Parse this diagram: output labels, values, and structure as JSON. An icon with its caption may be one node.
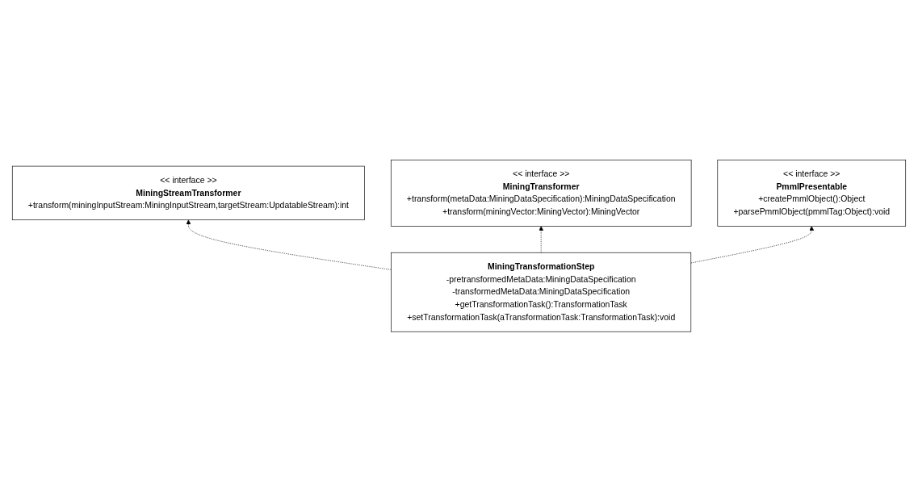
{
  "diagram": {
    "nodes": [
      {
        "text": [
          "<< interface >>",
          "MiningStreamTransformer",
          "+transform(miningInputStream:MiningInputStream,targetStream:UpdatableStream):int"
        ]
      },
      {
        "text": [
          "<< interface >>",
          "MiningTransformer",
          "+transform(metaData:MiningDataSpecification):MiningDataSpecification",
          "+transform(miningVector:MiningVector):MiningVector"
        ]
      },
      {
        "text": [
          "<< interface >>",
          "PmmlPresentable",
          "+createPmmlObject():Object",
          "+parsePmmlObject(pmmlTag:Object):void"
        ]
      },
      {
        "text": [
          "MiningTransformationStep",
          "-pretransformedMetaData:MiningDataSpecification",
          "-transformedMetaData:MiningDataSpecification",
          "+getTransformationTask():TransformationTask",
          "+setTransformationTask(aTransformationTask:TransformationTask):void"
        ]
      }
    ],
    "edges": [
      {
        "from": 3,
        "to": 0,
        "arrow": "to",
        "style": "dashed"
      },
      {
        "from": 3,
        "to": 1,
        "arrow": "to",
        "style": "dashed"
      },
      {
        "from": 3,
        "to": 2,
        "arrow": "to",
        "style": "dashed"
      }
    ]
  }
}
